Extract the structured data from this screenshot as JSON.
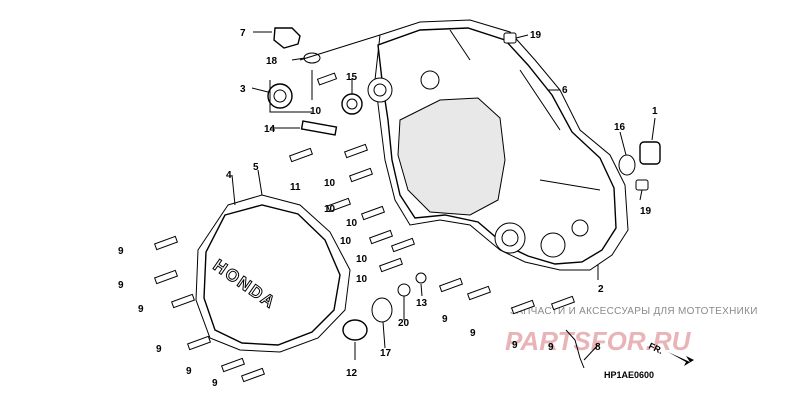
{
  "diagram": {
    "callouts": {
      "c1": "1",
      "c2": "2",
      "c3": "3",
      "c4": "4",
      "c5": "5",
      "c6": "6",
      "c7": "7",
      "c8": "8",
      "c9_a": "9",
      "c9_b": "9",
      "c9_c": "9",
      "c9_d": "9",
      "c9_e": "9",
      "c9_f": "9",
      "c9_g": "9",
      "c9_h": "9",
      "c9_i": "9",
      "c9_j": "9",
      "c10_a": "10",
      "c10_b": "10",
      "c10_c": "10",
      "c10_d": "10",
      "c10_e": "10",
      "c10_f": "10",
      "c10_g": "10",
      "c11": "11",
      "c12": "12",
      "c13": "13",
      "c14": "14",
      "c15": "15",
      "c16": "16",
      "c17": "17",
      "c18": "18",
      "c19_a": "19",
      "c19_b": "19",
      "c20": "20"
    },
    "cover_brand": "HONDA",
    "fr_mark": "FR.",
    "drawing_code": "HP1AE0600"
  },
  "watermark": {
    "tagline": "ЗАПЧАСТИ И АКСЕССУАРЫ ДЛЯ МОТОТЕХНИКИ",
    "logo": "PARTSFOR.RU"
  },
  "colors": {
    "ink": "#000000",
    "background": "#ffffff",
    "watermark_logo": "#e8b4b8",
    "watermark_text": "#8a8a8a"
  }
}
